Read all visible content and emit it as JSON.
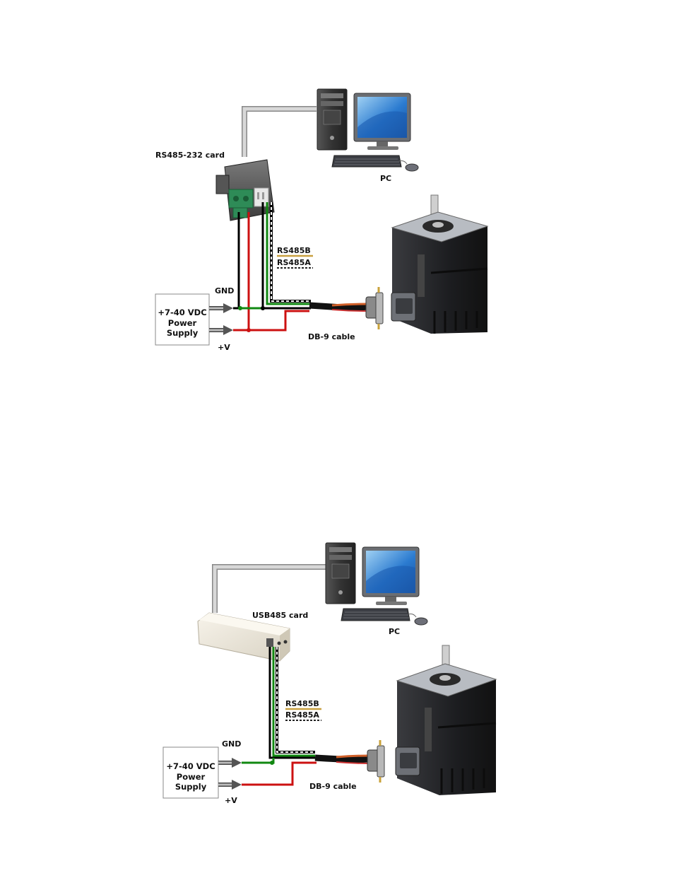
{
  "diagrams": [
    {
      "adapter_label": "RS485-232 card",
      "pc_label": "PC",
      "signal_b_label": "RS485B",
      "signal_a_label": "RS485A",
      "gnd_label": "GND",
      "vplus_label": "+V",
      "cable_label": "DB-9 cable",
      "power_supply": {
        "line1": "+7-40 VDC",
        "line2": "Power",
        "line3": "Supply"
      }
    },
    {
      "adapter_label": "USB485 card",
      "pc_label": "PC",
      "signal_b_label": "RS485B",
      "signal_a_label": "RS485A",
      "gnd_label": "GND",
      "vplus_label": "+V",
      "cable_label": "DB-9 cable",
      "power_supply": {
        "line1": "+7-40 VDC",
        "line2": "Power",
        "line3": "Supply"
      }
    }
  ],
  "colors": {
    "wire_gnd": "#000000",
    "wire_power": "#cc1111",
    "wire_green": "#118811",
    "serial_cable": "#c8c8c8",
    "underline_b": "#c8a040",
    "motor_body": "#1e1f22"
  }
}
